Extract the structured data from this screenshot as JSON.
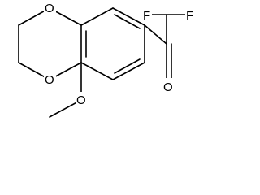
{
  "structure": {
    "atoms": {
      "ring_oxygen_top": "O",
      "ring_oxygen_bottom": "O",
      "methoxy_oxygen": "O",
      "carbonyl_oxygen": "O",
      "fluorine_left": "F",
      "fluorine_right": "F"
    }
  }
}
